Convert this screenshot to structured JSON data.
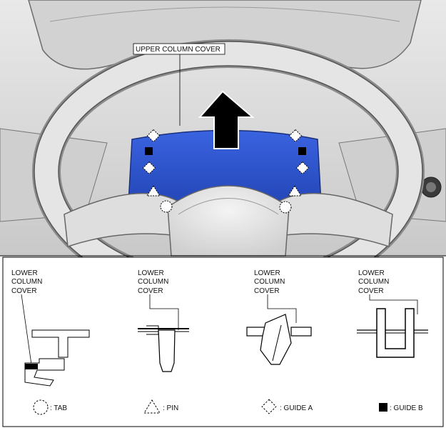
{
  "callout": {
    "upper_column_cover": "UPPER COLUMN COVER"
  },
  "details": [
    {
      "lines": [
        "LOWER",
        "COLUMN",
        "COVER"
      ]
    },
    {
      "lines": [
        "LOWER",
        "COLUMN",
        "COVER"
      ]
    },
    {
      "lines": [
        "LOWER",
        "COLUMN",
        "COVER"
      ]
    },
    {
      "lines": [
        "LOWER",
        "COLUMN",
        "COVER"
      ]
    }
  ],
  "legend": {
    "tab": ": TAB",
    "pin": ": PIN",
    "guide_a": ": GUIDE A",
    "guide_b": ": GUIDE B"
  },
  "colors": {
    "cover_blue": "#2f57d6",
    "arrow": "#000000"
  }
}
